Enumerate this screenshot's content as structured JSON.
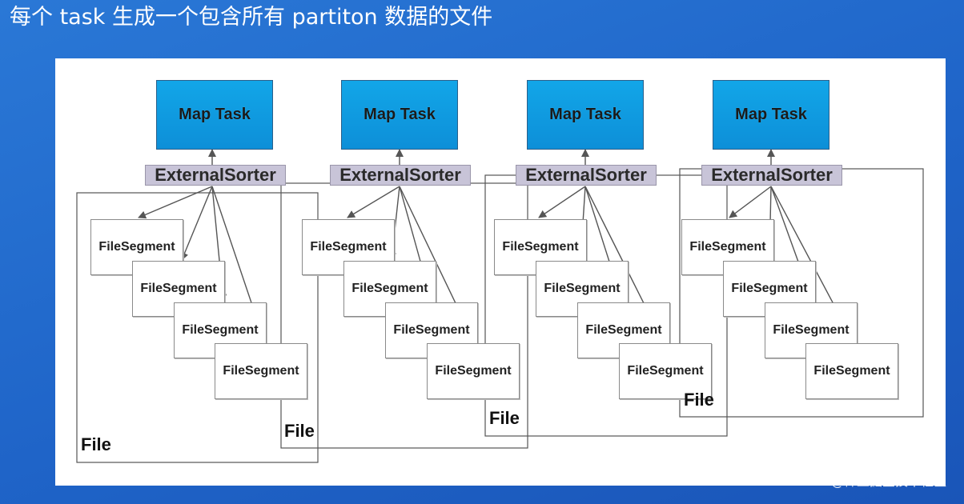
{
  "title": "每个 task 生成一个包含所有 partiton 数据的文件",
  "watermark": "@稀土掘金技术社区",
  "diagram": {
    "map_task_label": "Map Task",
    "sorter_label": "ExternalSorter",
    "segment_label": "FileSegment",
    "file_label": "File",
    "task_count": 4,
    "segments_per_task": 4
  }
}
